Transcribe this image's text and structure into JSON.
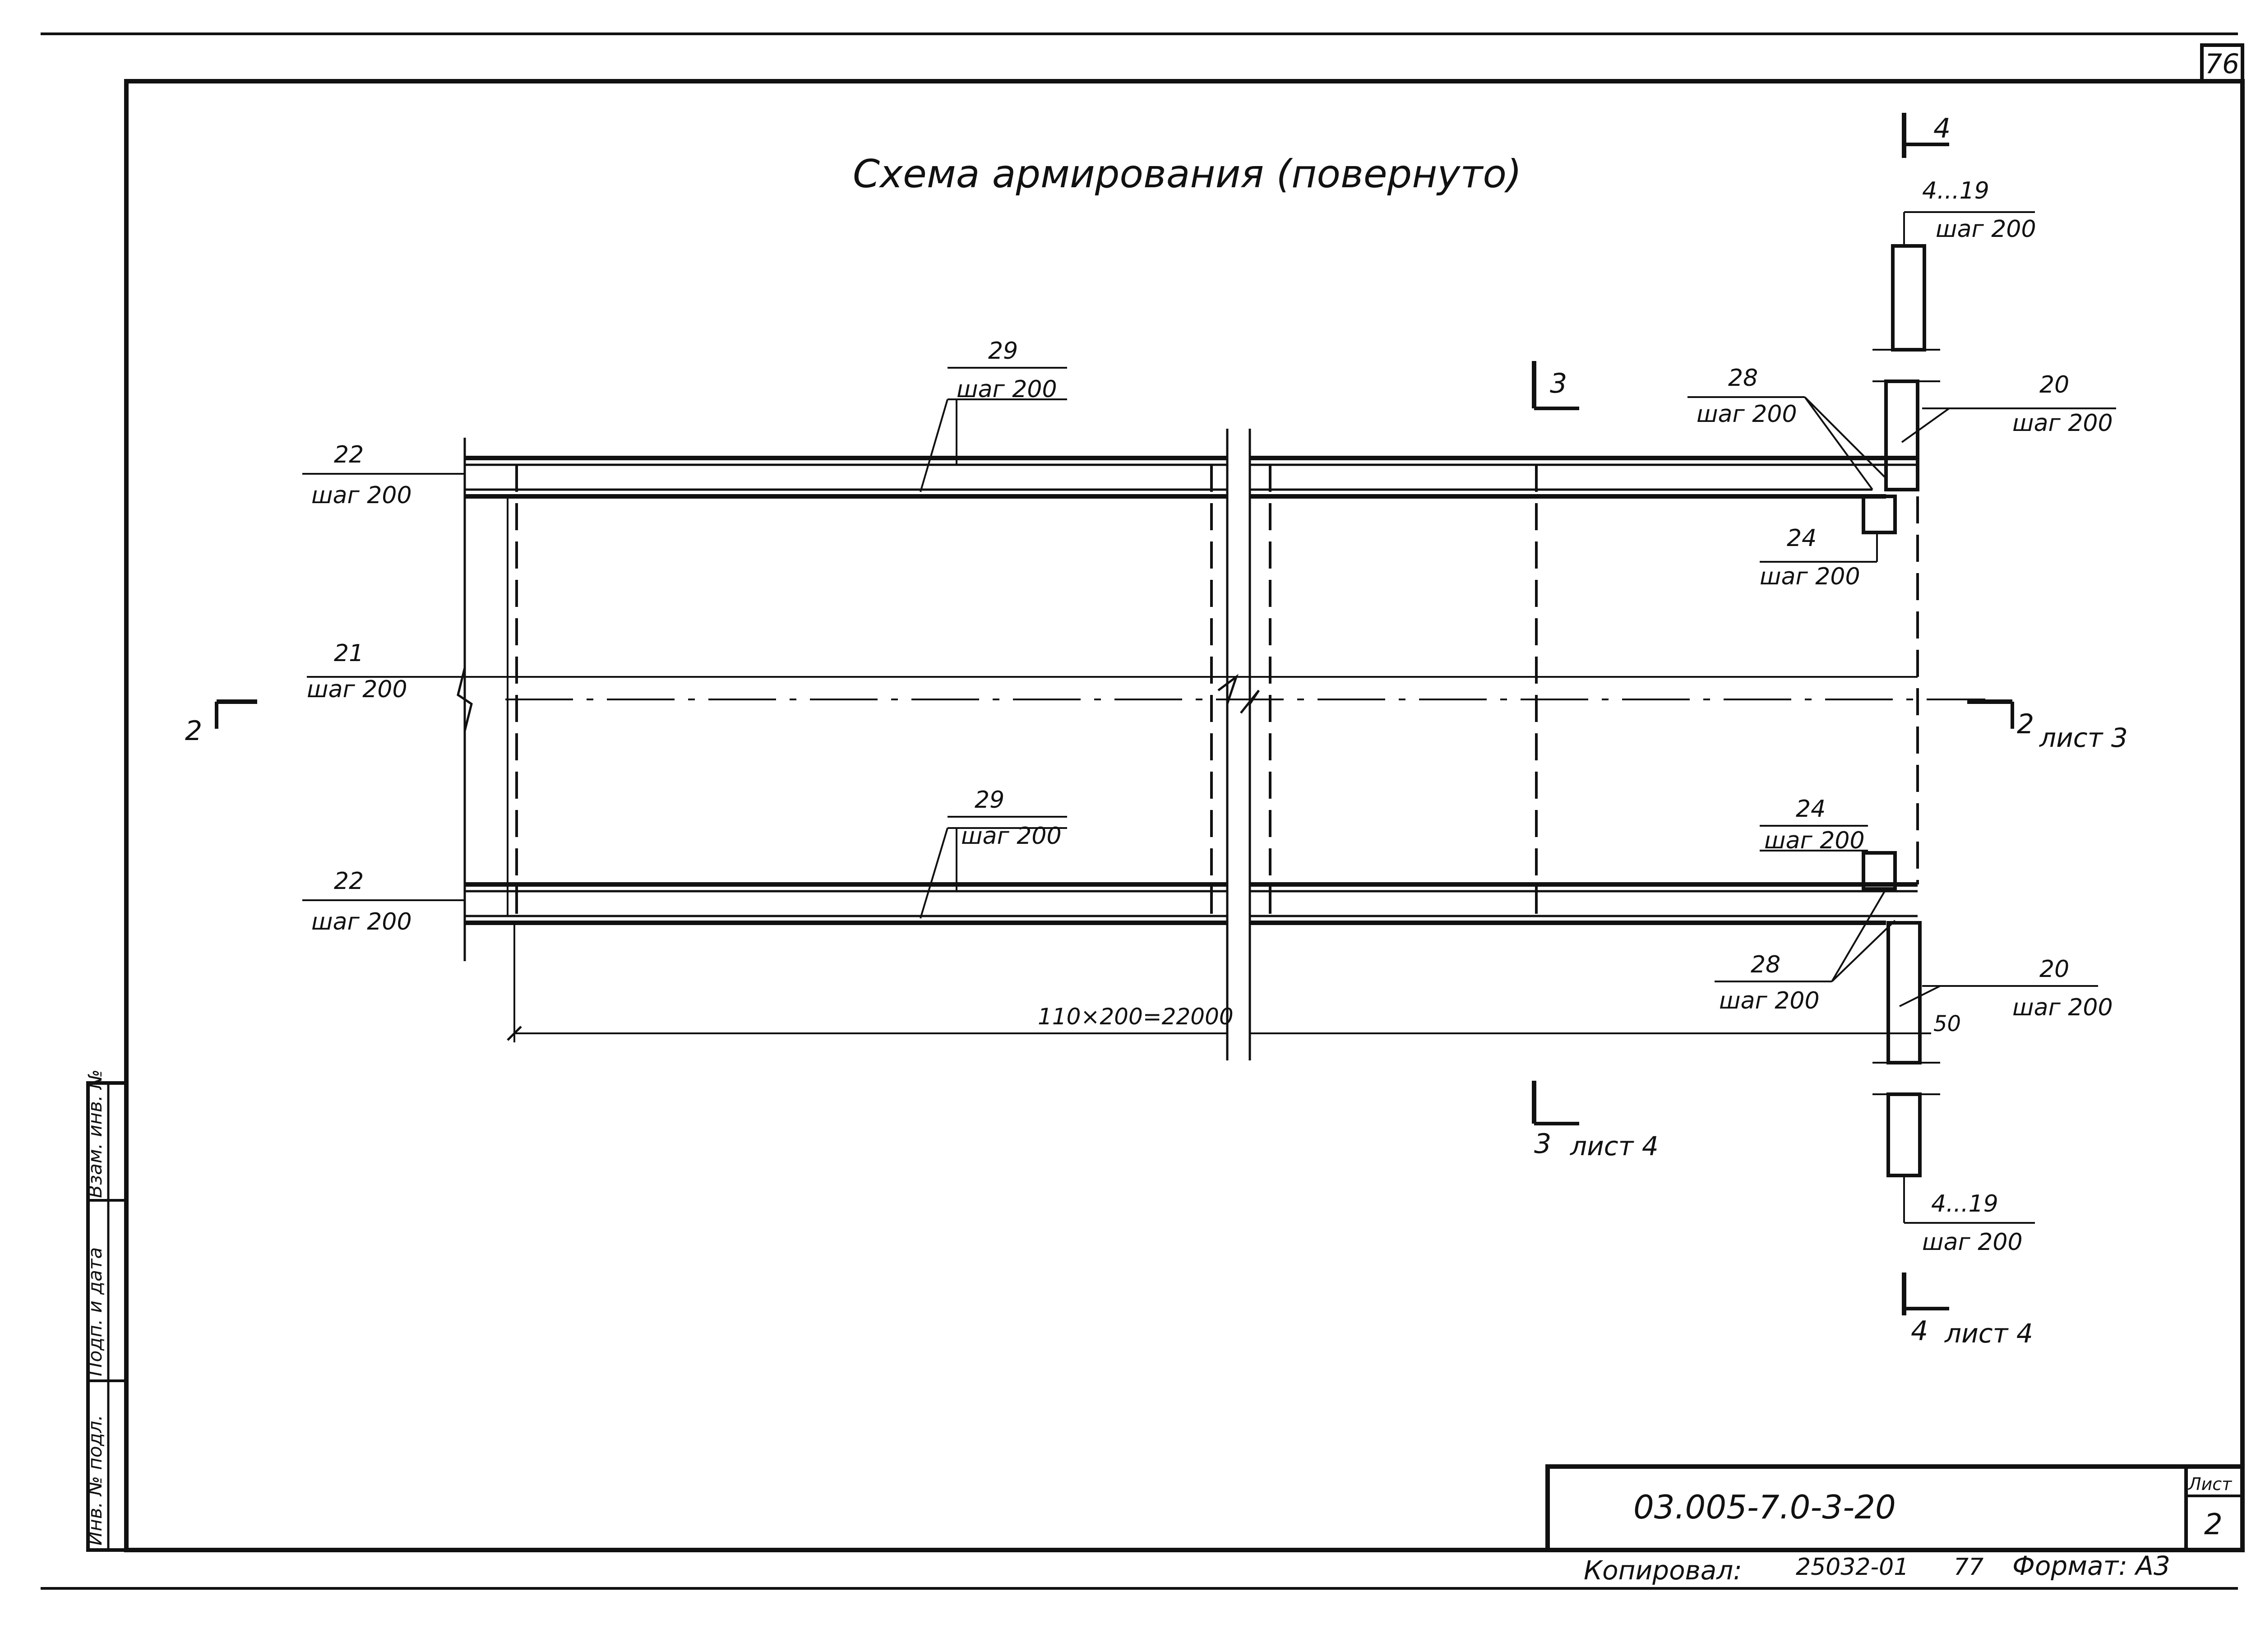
{
  "sheet_number_top": "76",
  "title": "Схема армирования (повернуто)",
  "labels": {
    "bar29_top": {
      "num": "29",
      "step": "шаг 200"
    },
    "bar22_top": {
      "num": "22",
      "step": "шаг 200"
    },
    "bar21": {
      "num": "21",
      "step": "шаг 200"
    },
    "bar29_bottom": {
      "num": "29",
      "step": "шаг 200"
    },
    "bar22_bottom": {
      "num": "22",
      "step": "шаг 200"
    },
    "bar28_top": {
      "num": "28",
      "step": "шаг 200"
    },
    "bar24_top": {
      "num": "24",
      "step": "шаг 200"
    },
    "bar20_top": {
      "num": "20",
      "step": "шаг 200"
    },
    "bar24_bottom": {
      "num": "24",
      "step": "шаг 200"
    },
    "bar28_bottom": {
      "num": "28",
      "step": "шаг 200"
    },
    "bar20_bottom": {
      "num": "20",
      "step": "шаг 200"
    },
    "bars4_19_top": {
      "num": "4...19",
      "step": "шаг 200"
    },
    "bars4_19_bottom": {
      "num": "4...19",
      "step": "шаг 200"
    }
  },
  "dimensions": {
    "total": "110×200=22000",
    "offset": "50"
  },
  "sections": {
    "s2_left": "2",
    "s2_right": "2",
    "s2_right_ref": "лист 3",
    "s3_top": "3",
    "s3_bottom": "3",
    "s3_bottom_ref": "лист 4",
    "s4_top": "4",
    "s4_bottom": "4",
    "s4_bottom_ref": "лист 4"
  },
  "stamp": {
    "code": "03.005-7.0-3-20",
    "sheet_label": "Лист",
    "sheet_value": "2"
  },
  "footer": {
    "copied_by": "Копировал:",
    "order": "25032-01",
    "num": "77",
    "format": "Формат: А3"
  },
  "side_stamp": {
    "inv_podl": "Инв. № подл.",
    "podp_data": "Подп. и дата",
    "vzam_inv": "Взам. инв. №"
  }
}
